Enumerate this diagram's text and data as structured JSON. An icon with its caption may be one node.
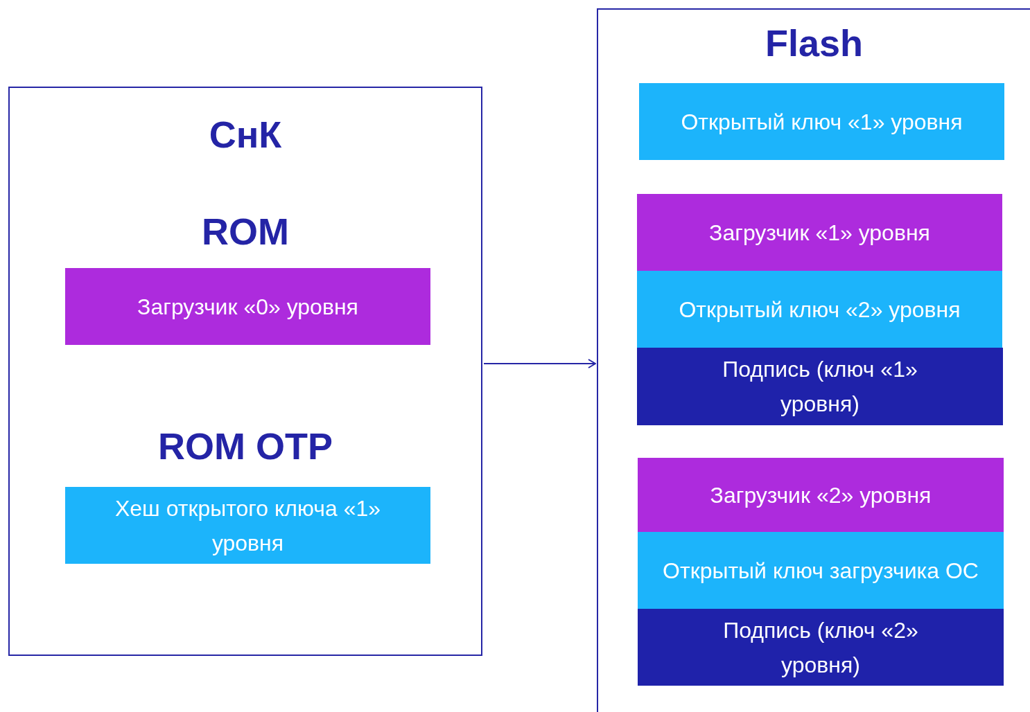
{
  "diagram": {
    "nodes": [
      {
        "text": [
          "СнК",
          "ROM",
          "ROM OTP"
        ]
      },
      {
        "text": [
          "Загрузчик «0» уровня"
        ],
        "in": 0
      },
      {
        "text": [
          "Хеш открытого ключа «1» уровня"
        ],
        "in": 0
      },
      {
        "text": [
          "Flash"
        ]
      },
      {
        "text": [
          "Открытый ключ «1» уровня"
        ],
        "in": 3
      },
      {
        "text": [
          "Загрузчик «1» уровня"
        ],
        "in": 3
      },
      {
        "text": [
          "Открытый ключ «2» уровня"
        ],
        "in": 3
      },
      {
        "text": [
          "Подпись (ключ «1» уровня)"
        ],
        "in": 3
      },
      {
        "text": [
          "Загрузчик «2» уровня"
        ],
        "in": 3
      },
      {
        "text": [
          "Открытый ключ загрузчика ОС"
        ],
        "in": 3
      },
      {
        "text": [
          "Подпись (ключ «2» уровня)"
        ],
        "in": 3
      }
    ],
    "edges": [
      {
        "from": 0,
        "to": 3,
        "arrow": "to"
      }
    ]
  }
}
